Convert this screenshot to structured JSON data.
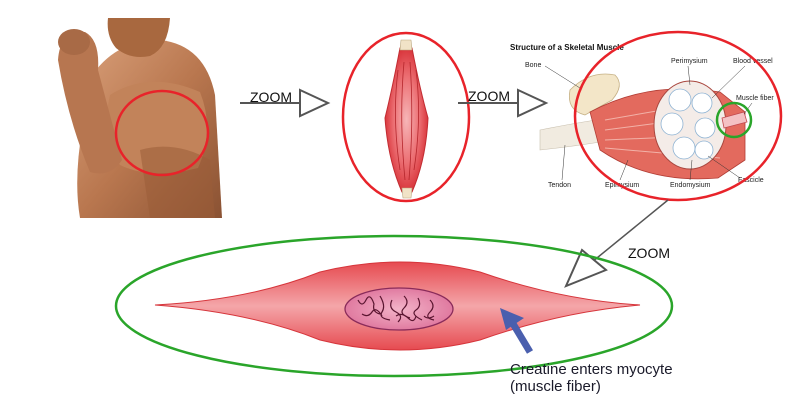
{
  "arrows": {
    "zoom_1": "ZOOM",
    "zoom_2": "ZOOM",
    "zoom_3": "ZOOM"
  },
  "skeletal_diagram": {
    "title": "Structure of a Skeletal Muscle",
    "labels": {
      "bone": "Bone",
      "perimysium": "Perimysium",
      "blood_vessel": "Blood vessel",
      "muscle_fiber": "Muscle fiber",
      "fascicle": "Fascicle",
      "endomysium": "Endomysium",
      "epimysium": "Epimysium",
      "tendon": "Tendon"
    }
  },
  "caption": {
    "line1": "Creatine enters myocyte",
    "line2": "(muscle fiber)"
  },
  "colors": {
    "highlight_red": "#e8232a",
    "highlight_green": "#2aa52a",
    "muscle_red": "#e0454a",
    "arrow_blue": "#4a5fae"
  }
}
